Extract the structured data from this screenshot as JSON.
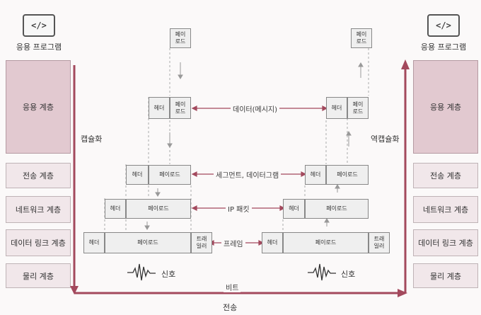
{
  "left_app": {
    "icon": "</>",
    "label": "응용 프로그램"
  },
  "right_app": {
    "icon": "</>",
    "label": "응용 프로그램"
  },
  "layers": [
    "응용 계층",
    "전송 계층",
    "네트워크 계층",
    "데이터 링크 계층",
    "물리 계층"
  ],
  "packet": {
    "header": "헤더",
    "payload": "페이로드",
    "trailer": "트래\n일러",
    "payload_stacked": "페이\n로드"
  },
  "relations": {
    "application": "데이터(메시지)",
    "transport": "세그먼트, 데이터그램",
    "network": "IP 패킷",
    "datalink": "프레임",
    "physical": "비트"
  },
  "signal": "신호",
  "left_process": "캡슐화",
  "right_process": "역캡슐화",
  "bottom": "전송",
  "colors": {
    "accent": "#a3495d",
    "app_layer": "#e2c9d0",
    "layer_fill": "#f1e7ea"
  }
}
